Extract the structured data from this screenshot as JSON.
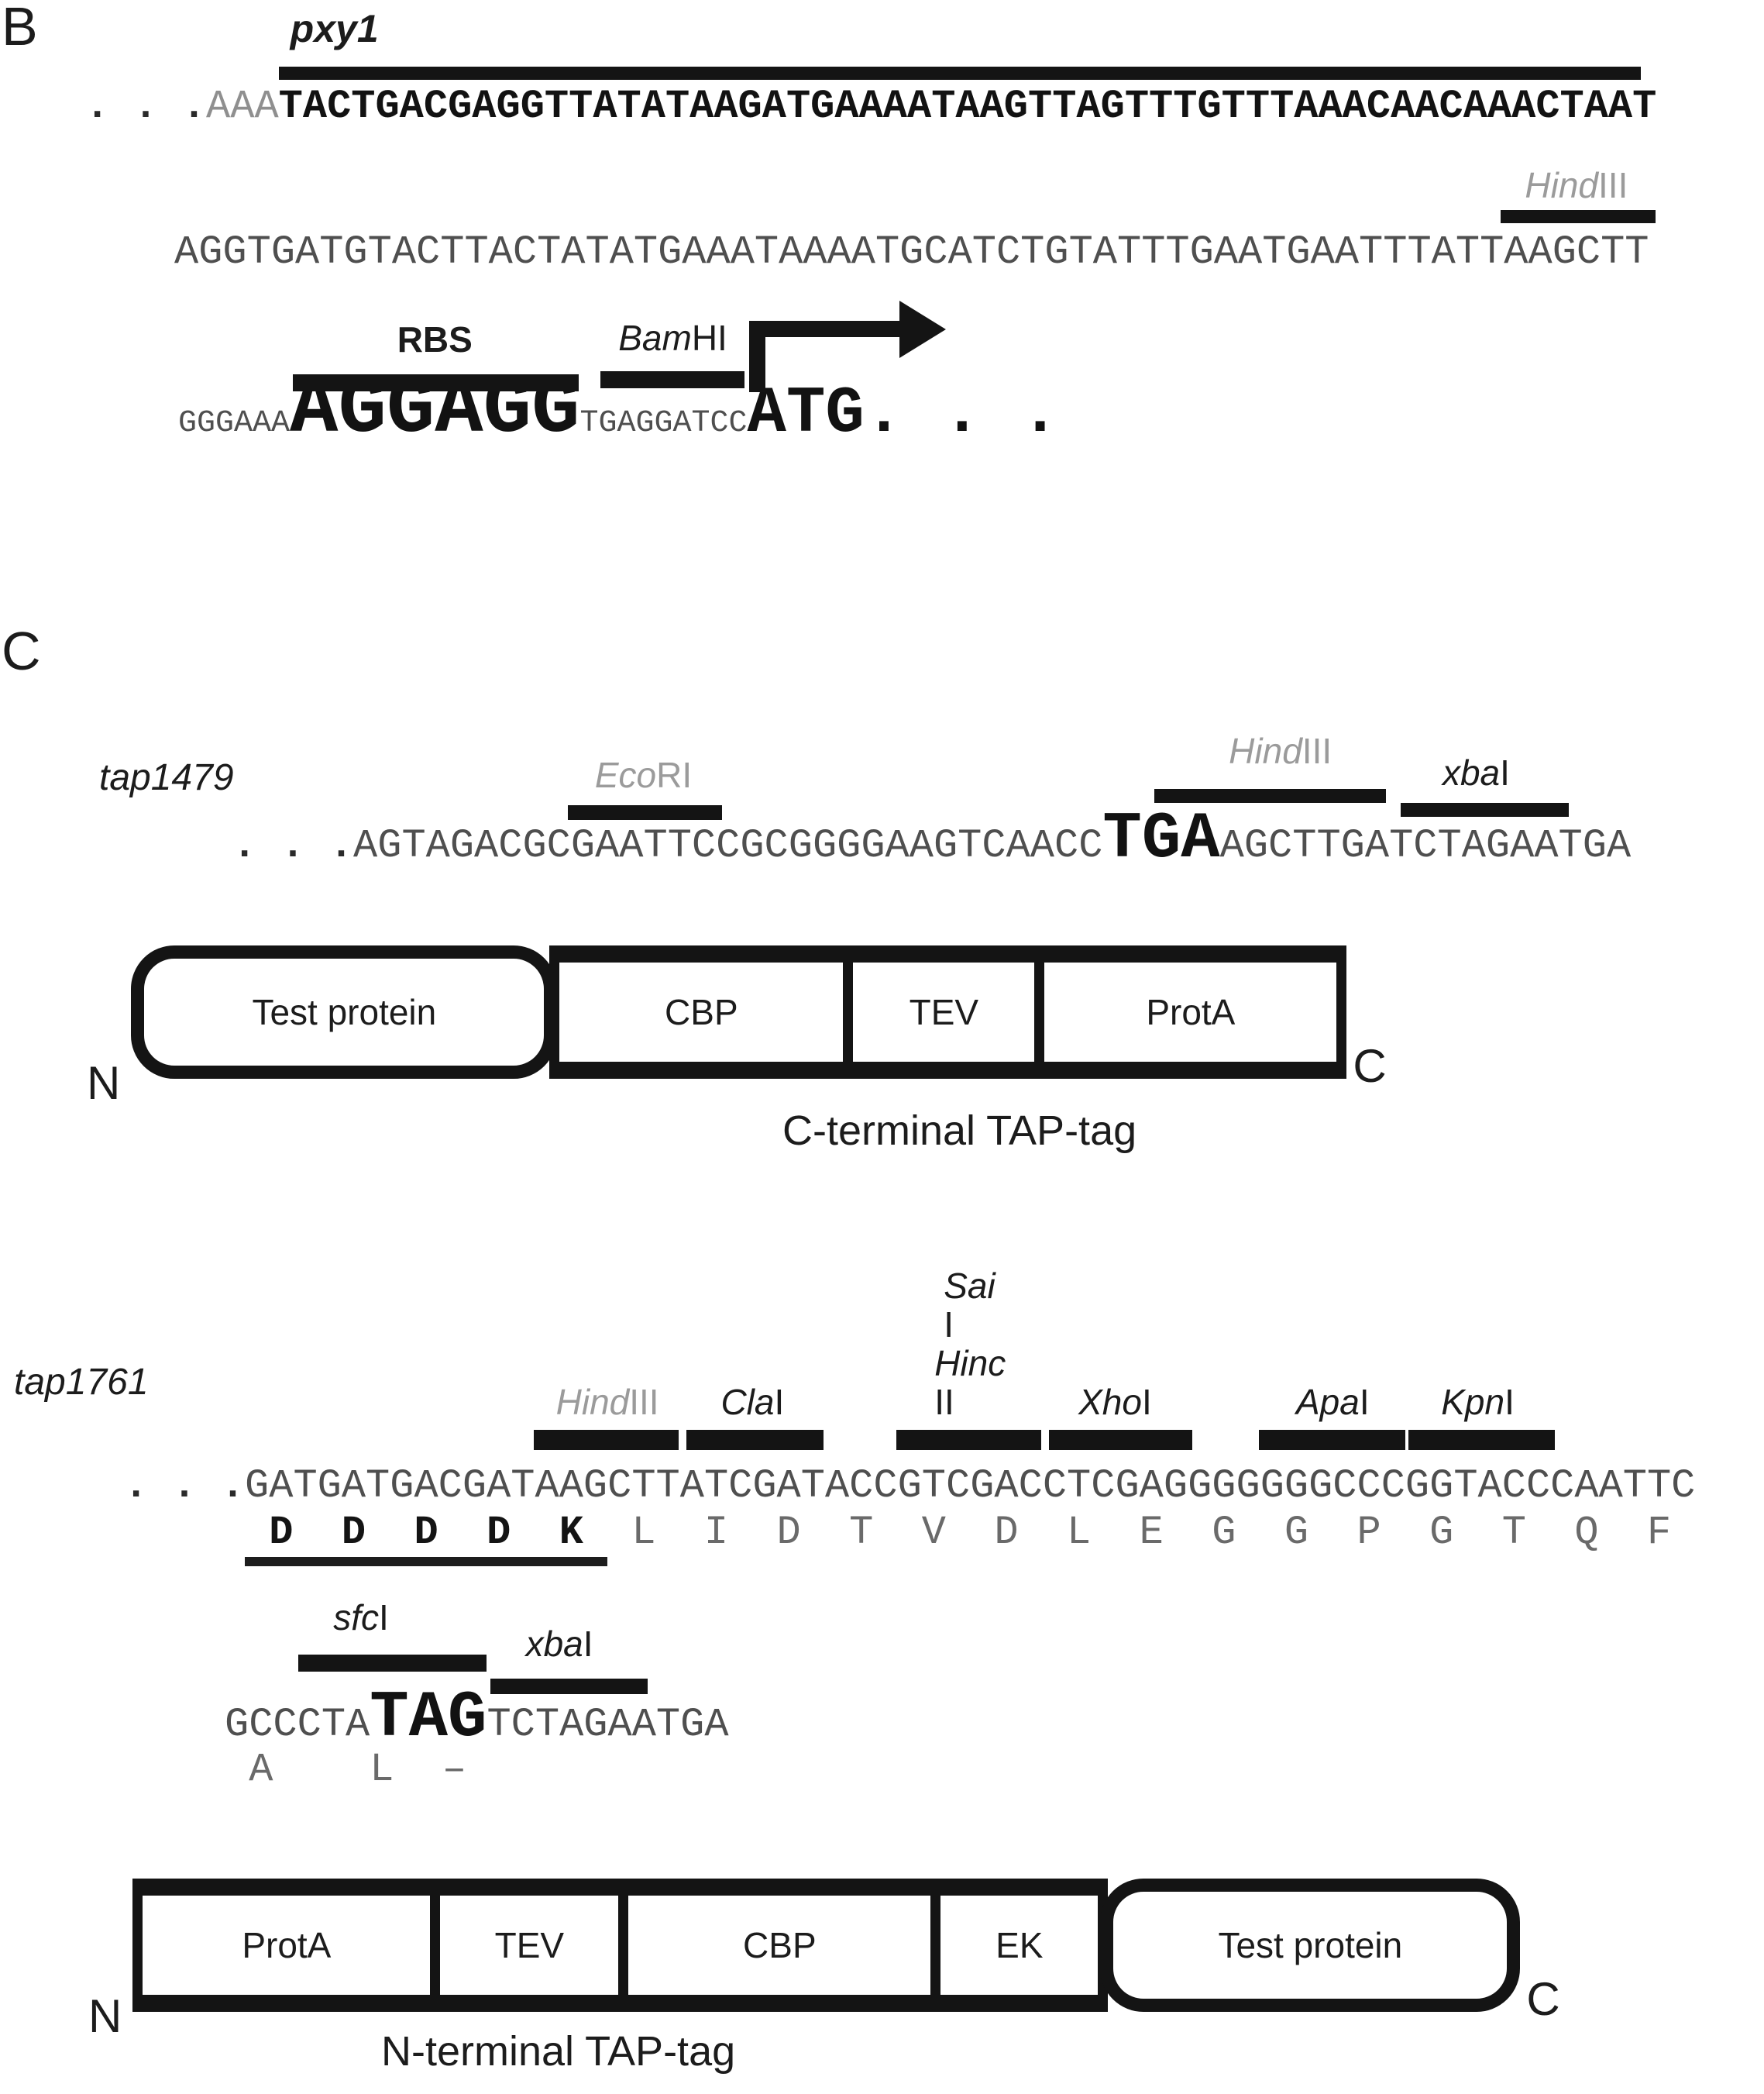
{
  "colors": {
    "ink": "#141414",
    "gray_label": "#9b9b9b"
  },
  "panels": {
    "b": {
      "label": "B",
      "gene": "pxy1",
      "seq1": {
        "dots": ". . .",
        "light": "AAA",
        "bold": "TACTGACGAGGTTATATAAGATGAAAATAAGTTAGTTTGTTTAAACAACAAACTAAT"
      },
      "hind3": {
        "it": "Hind",
        "rm": "III"
      },
      "seq2": {
        "pre": "AGGTGATGTACTTACTATATGAAATAAAATGCATCTGTATTTGAATGAATTTATT",
        "site": "AAGCTT"
      },
      "rbs_label": "RBS",
      "bamhi": {
        "it": "Bam",
        "rm": "HI"
      },
      "seq3": {
        "pre": "GGGAAA",
        "rbs_site": "AGGAGG",
        "t": "T",
        "bam_site": "GAGGATCC",
        "atg": "ATG",
        "dots": ". . ."
      }
    },
    "c": {
      "label": "C",
      "tap1479": {
        "name": "tap1479",
        "dots": ". . .",
        "s1": "AGTAGACGC",
        "ecori": {
          "it": "Eco",
          "rm": "RI"
        },
        "ecori_site": "GAATTC",
        "s2": "CGCGGGGAAGTCAACC",
        "stop": "TGA",
        "hind3": {
          "it": "Hind",
          "rm": "III"
        },
        "hind3_site": "AGCTT",
        "s3": "GA",
        "xbai": {
          "it": "xba",
          "rm": "I"
        },
        "xbai_site": "TCTAGA",
        "s4": "ATGA"
      },
      "cterm": {
        "n": "N",
        "c": "C",
        "boxes": [
          "Test protein",
          "CBP",
          "TEV",
          "ProtA"
        ],
        "caption": "C-terminal TAP-tag"
      },
      "tap1761": {
        "name": "tap1761",
        "dots": ". . .",
        "s1": "GATGATGACGAT",
        "hind3": {
          "it": "Hind",
          "rm": "III"
        },
        "hind3_site": "AAGCTT",
        "clai": {
          "it": "Cla",
          "rm": "I"
        },
        "clai_site": "ATCGAT",
        "s2": "ACC",
        "saii": {
          "it": "Sai",
          "rm": "I"
        },
        "hincii": {
          "it": "Hinc",
          "rm": "II"
        },
        "sal_site": "GTCGAC",
        "xhoi": {
          "it": "Xho",
          "rm": "I"
        },
        "xhoi_site": "CTCGAG",
        "s3": "GGG",
        "apai": {
          "it": "Apa",
          "rm": "I"
        },
        "apai_site": "GGGCCC",
        "kpni": {
          "it": "Kpn",
          "rm": "I"
        },
        "kpni_site": "GGTACC",
        "s4": "CAATTC",
        "aa_tag": " D  D  D  D  K ",
        "aa_rest": " L  I  D  T  V  D  L  E  G  G  P  G  T  Q  F"
      },
      "stopblock": {
        "sfci": {
          "it": "sfc",
          "rm": "I"
        },
        "s1": "GCCCTA",
        "stop": "TAG",
        "xbai": {
          "it": "xba",
          "rm": "I"
        },
        "xbai_site": "TCTAGA",
        "s2": "ATGA",
        "aa": " A    L  –"
      },
      "nterm": {
        "n": "N",
        "c": "C",
        "boxes": [
          "ProtA",
          "TEV",
          "CBP",
          "EK",
          "Test protein"
        ],
        "caption": "N-terminal TAP-tag"
      }
    }
  }
}
